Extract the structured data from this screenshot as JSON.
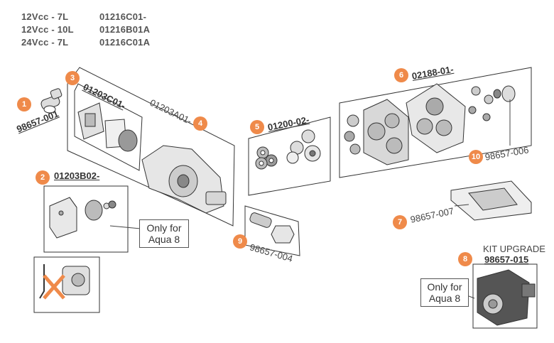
{
  "references": [
    {
      "voltage": "12Vcc - 7L",
      "code": "01216C01-"
    },
    {
      "voltage": "12Vcc - 10L",
      "code": "01216B01A"
    },
    {
      "voltage": "24Vcc - 7L",
      "code": "01216C01A"
    }
  ],
  "parts": [
    {
      "number": "1",
      "code": "98657-001"
    },
    {
      "number": "2",
      "code": "01203B02-"
    },
    {
      "number": "3",
      "code": "01203C01-"
    },
    {
      "number": "4",
      "code": "01203A01-"
    },
    {
      "number": "5",
      "code": "01200-02-"
    },
    {
      "number": "6",
      "code": "02188-01-"
    },
    {
      "number": "7",
      "code": "98657-007"
    },
    {
      "number": "8",
      "code": "98657-015",
      "title": "KIT UPGRADE"
    },
    {
      "number": "9",
      "code": "98657-004"
    },
    {
      "number": "10",
      "code": "98657-006"
    }
  ],
  "notes": {
    "aqua_line1": "Only for",
    "aqua_line2": "Aqua 8"
  },
  "colors": {
    "badge": "#ef8a4a"
  },
  "icons": [
    "cross-out-icon",
    "hex-key-icon"
  ]
}
